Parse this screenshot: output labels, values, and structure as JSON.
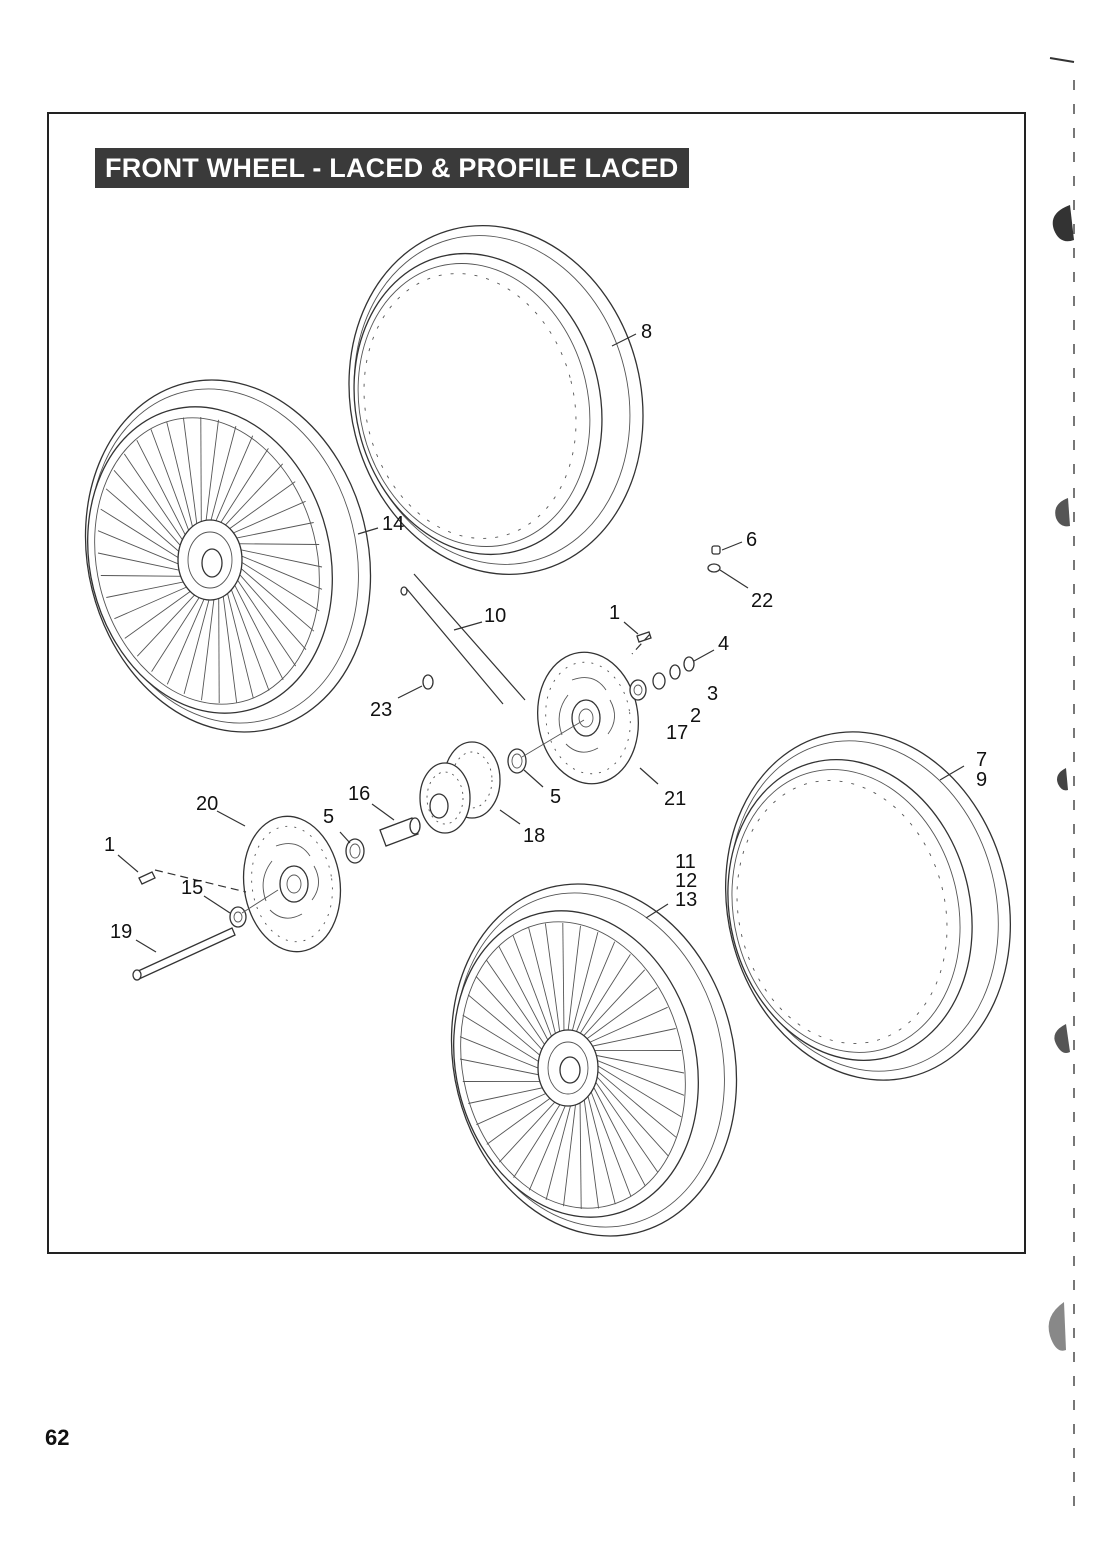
{
  "title": "FRONT WHEEL - LACED & PROFILE LACED",
  "page_number": "62",
  "callouts": {
    "c1a": "1",
    "c1b": "1",
    "c2": "2",
    "c3": "3",
    "c4": "4",
    "c5a": "5",
    "c5b": "5",
    "c6": "6",
    "c7": "7",
    "c8": "8",
    "c9": "9",
    "c10": "10",
    "c11": "11",
    "c12": "12",
    "c13": "13",
    "c14": "14",
    "c15": "15",
    "c16": "16",
    "c17": "17",
    "c18": "18",
    "c19": "19",
    "c20": "20",
    "c21": "21",
    "c22": "22",
    "c23": "23"
  }
}
